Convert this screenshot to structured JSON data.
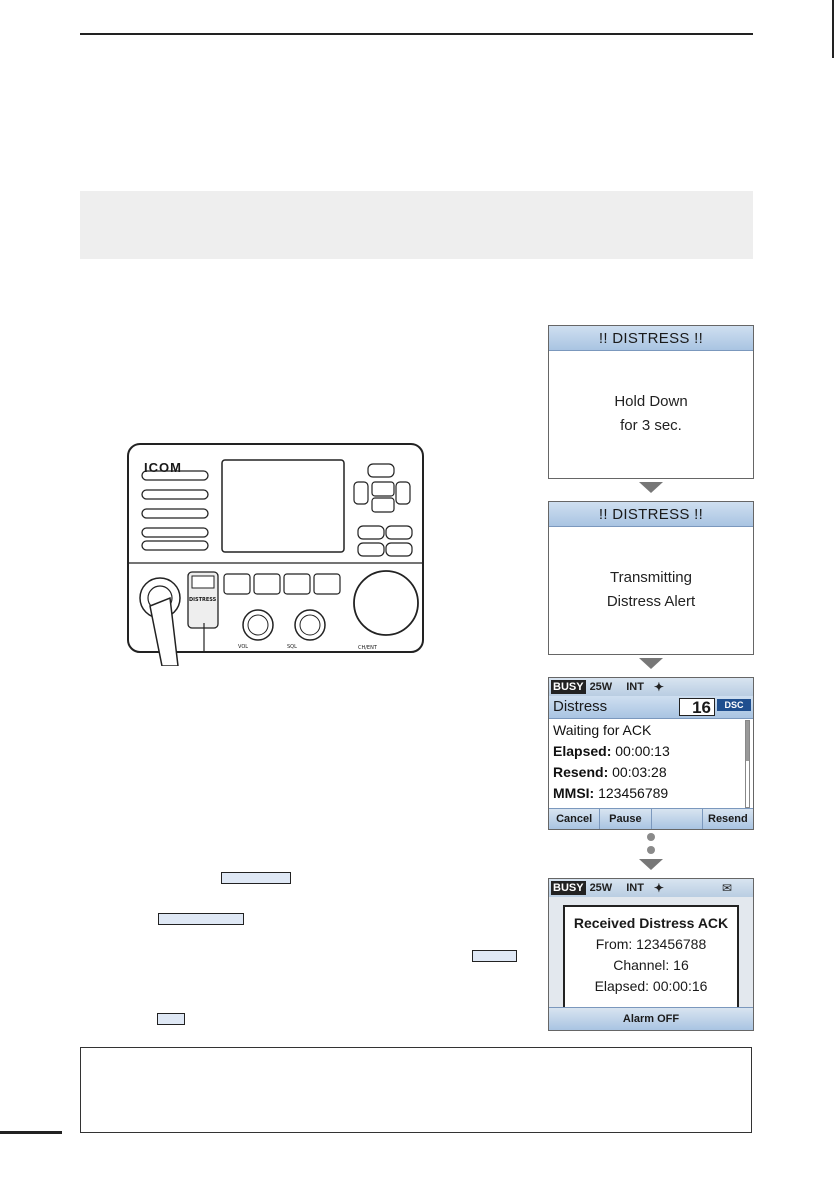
{
  "device": {
    "brand": "ICOM",
    "distress_key": "DISTRESS",
    "vol_label": "VOL",
    "sql_label": "SQL",
    "ch_ent_label": "CH/ENT"
  },
  "screen1": {
    "title": "!! DISTRESS !!",
    "line1": "Hold Down",
    "line2": "for 3 sec."
  },
  "screen2": {
    "title": "!! DISTRESS !!",
    "line1": "Transmitting",
    "line2": "Distress Alert"
  },
  "screen3": {
    "status": {
      "busy": "BUSY",
      "power": "25W",
      "mode": "INT"
    },
    "header": "Distress",
    "channel": "16",
    "badge": "DSC",
    "line1": "Waiting for ACK",
    "elapsed_label": "Elapsed:",
    "elapsed_value": " 00:00:13",
    "resend_label": "Resend:",
    "resend_value": " 00:03:28",
    "mmsi_label": "MMSI:",
    "mmsi_value": " 123456789",
    "softkeys": [
      "Cancel",
      "Pause",
      "",
      "Resend"
    ]
  },
  "screen4": {
    "status": {
      "busy": "BUSY",
      "power": "25W",
      "mode": "INT"
    },
    "popup_title": "Received Distress ACK",
    "from": "From: 123456788",
    "channel": "Channel: 16",
    "elapsed": "Elapsed: 00:00:16",
    "button": "Alarm OFF"
  },
  "colors": {
    "title_bar": "#a9c4e2",
    "dsc_badge": "#1f4f8f",
    "arrow": "#777777"
  }
}
